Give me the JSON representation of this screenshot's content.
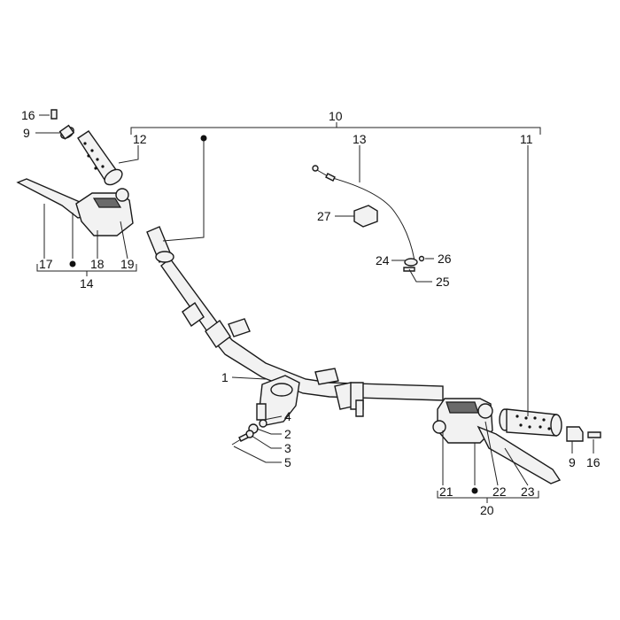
{
  "diagram": {
    "callouts": {
      "c1": "1",
      "c2": "2",
      "c3": "3",
      "c4": "4",
      "c5": "5",
      "c9a": "9",
      "c9b": "9",
      "c10": "10",
      "c11": "11",
      "c12": "12",
      "c13": "13",
      "c14": "14",
      "c16a": "16",
      "c16b": "16",
      "c17": "17",
      "c18": "18",
      "c19": "19",
      "c20": "20",
      "c21": "21",
      "c22": "22",
      "c23": "23",
      "c24": "24",
      "c25": "25",
      "c26": "26",
      "c27": "27"
    },
    "colors": {
      "line": "#222222",
      "part_fill": "#f2f2f2",
      "shade": "#6a6a6a"
    }
  }
}
